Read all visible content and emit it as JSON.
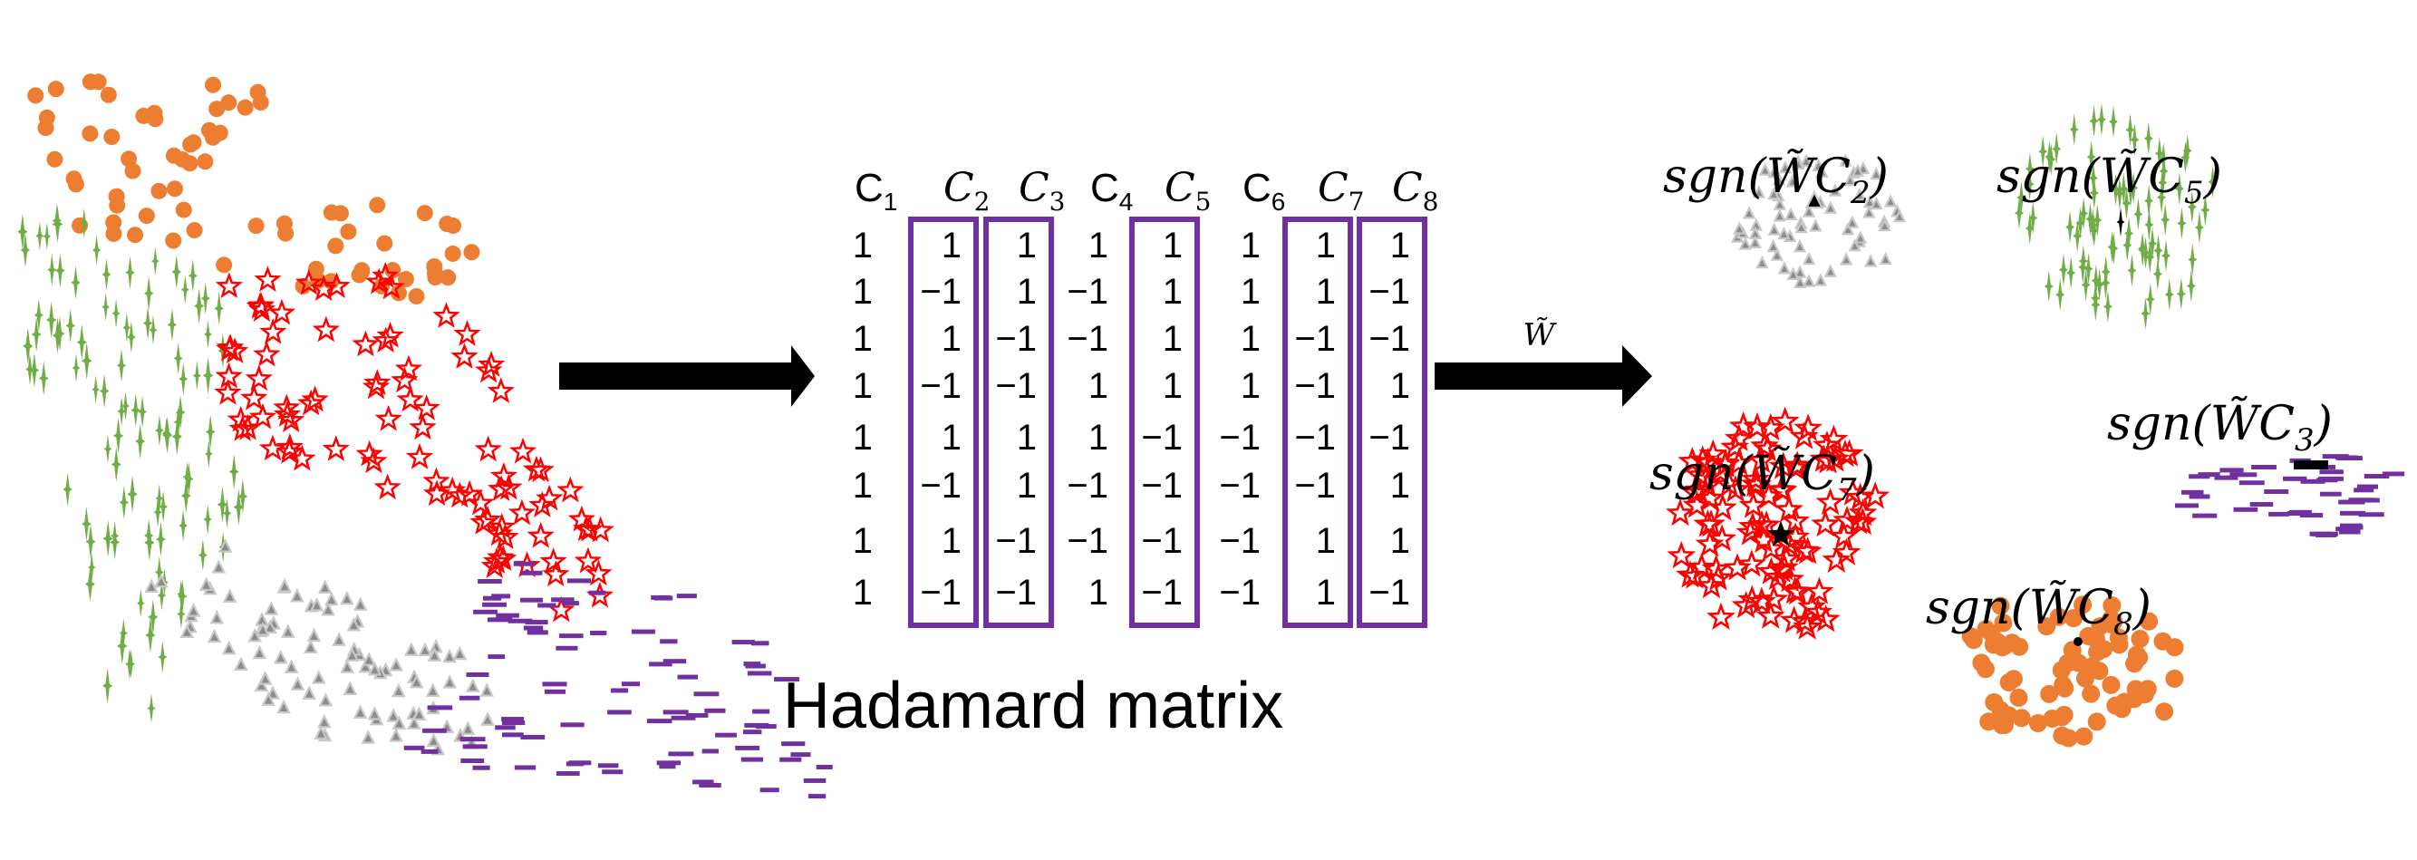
{
  "colors": {
    "orange": "#ED7D31",
    "green": "#70AD47",
    "red": "#FF0000",
    "gray": "#A6A6A6",
    "purple": "#7030A0",
    "black": "#000000"
  },
  "matrix": {
    "caption": "Hadamard matrix",
    "columns": [
      {
        "name": "C",
        "sub": "1",
        "style": "upright"
      },
      {
        "name": "C",
        "sub": "2",
        "style": "italic"
      },
      {
        "name": "C",
        "sub": "3",
        "style": "italic"
      },
      {
        "name": "C",
        "sub": "4",
        "style": "upright"
      },
      {
        "name": "C",
        "sub": "5",
        "style": "italic"
      },
      {
        "name": "C",
        "sub": "6",
        "style": "upright"
      },
      {
        "name": "C",
        "sub": "7",
        "style": "italic"
      },
      {
        "name": "C",
        "sub": "8",
        "style": "italic"
      }
    ],
    "rows": [
      [
        "1",
        "1",
        "1",
        "1",
        "1",
        "1",
        "1",
        "1"
      ],
      [
        "1",
        "−1",
        "1",
        "−1",
        "1",
        "1",
        "1",
        "−1"
      ],
      [
        "1",
        "1",
        "−1",
        "−1",
        "1",
        "1",
        "−1",
        "−1"
      ],
      [
        "1",
        "−1",
        "−1",
        "1",
        "1",
        "1",
        "−1",
        "1"
      ],
      [
        "1",
        "1",
        "1",
        "1",
        "−1",
        "−1",
        "−1",
        "−1"
      ],
      [
        "1",
        "−1",
        "1",
        "−1",
        "−1",
        "−1",
        "−1",
        "1"
      ],
      [
        "1",
        "1",
        "−1",
        "−1",
        "−1",
        "−1",
        "1",
        "1"
      ],
      [
        "1",
        "−1",
        "−1",
        "1",
        "−1",
        "−1",
        "1",
        "−1"
      ]
    ],
    "highlighted_columns": [
      2,
      3,
      5,
      7,
      8
    ]
  },
  "arrow_label": "W̃",
  "clusters": [
    {
      "label_prefix": "sgn(",
      "label_w": "W̃",
      "label_c": "C",
      "label_sub": "2",
      "label_suffix": ")",
      "shape": "triangle",
      "color_key": "gray"
    },
    {
      "label_prefix": "sgn(",
      "label_w": "W̃",
      "label_c": "C",
      "label_sub": "5",
      "label_suffix": ")",
      "shape": "sparkle",
      "color_key": "green"
    },
    {
      "label_prefix": "sgn(",
      "label_w": "W̃",
      "label_c": "C",
      "label_sub": "3",
      "label_suffix": ")",
      "shape": "dash",
      "color_key": "purple"
    },
    {
      "label_prefix": "sgn(",
      "label_w": "W̃",
      "label_c": "C",
      "label_sub": "7",
      "label_suffix": ")",
      "shape": "star",
      "color_key": "red"
    },
    {
      "label_prefix": "sgn(",
      "label_w": "W̃",
      "label_c": "C",
      "label_sub": "8",
      "label_suffix": ")",
      "shape": "dot",
      "color_key": "orange"
    }
  ]
}
